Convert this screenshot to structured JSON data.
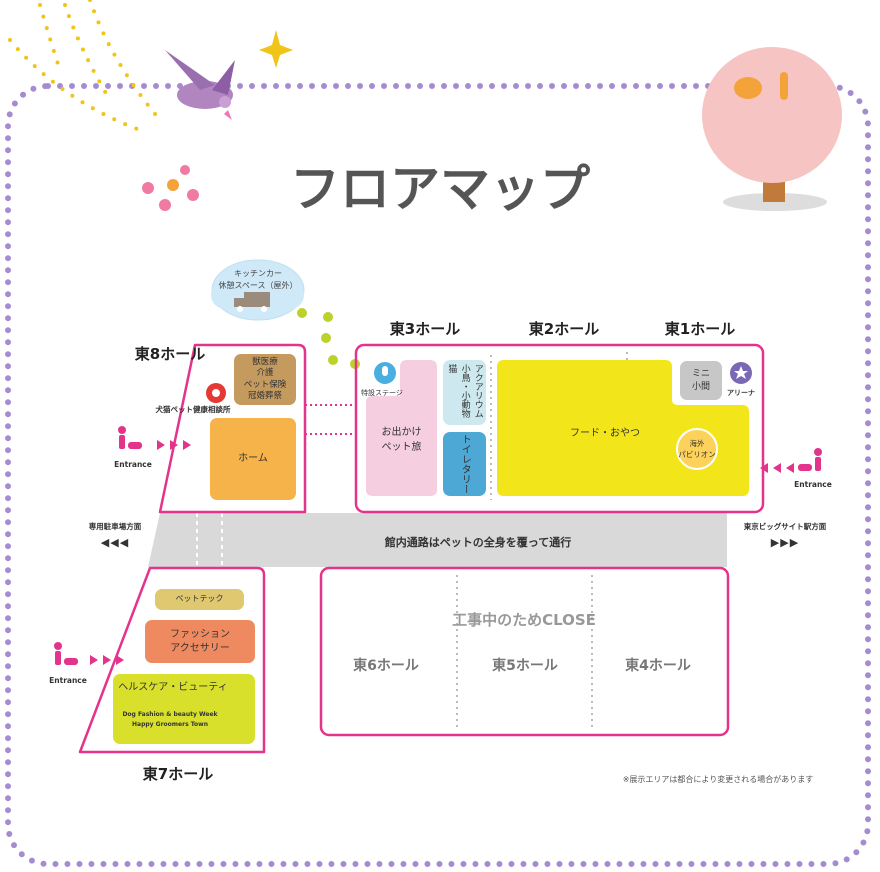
{
  "title": "フロアマップ",
  "colors": {
    "border_dots": "#a68bd0",
    "hall_outline": "#e4338a",
    "corridor": "#d9d9d9"
  },
  "kitchen_car": {
    "line1": "キッチンカー",
    "line2": "休憩スペース（屋外）"
  },
  "halls": {
    "east8": "東8ホール",
    "east3": "東3ホール",
    "east2": "東2ホール",
    "east1": "東1ホール",
    "east7": "東7ホール",
    "east6": "東6ホール",
    "east5": "東5ホール",
    "east4": "東4ホール"
  },
  "east8": {
    "vet_box": [
      "獣医療",
      "介護",
      "ペット保険",
      "冠婚葬祭"
    ],
    "health_consult": "犬猫ペット健康相談所",
    "home": "ホーム"
  },
  "east3": {
    "stage": "特設ステージ",
    "travel": [
      "お出かけ",
      "ペット旅"
    ],
    "aquarium": [
      "アクアリウム",
      "小鳥・小動物",
      "猫"
    ],
    "toiletry": "トイレタリー"
  },
  "east21": {
    "food": "フード・おやつ",
    "mini": [
      "ミニ",
      "小間"
    ],
    "arena": "アリーナ",
    "pavilion": [
      "海外",
      "パビリオン"
    ]
  },
  "east7": {
    "pettech": "ペットテック",
    "fashion": [
      "ファッション",
      "アクセサリー"
    ],
    "health": "ヘルスケア・ビューティ",
    "dog_fashion": [
      "Dog Fashion & beauty Week",
      "Happy Groomers Town"
    ]
  },
  "corridor": "館内通路はペットの全身を覆って通行",
  "closed": "工事中のためCLOSE",
  "entrance": "Entrance",
  "parking": "専用駐車場方面",
  "station": "東京ビッグサイト駅方面",
  "arrows_left": "◀◀◀",
  "arrows_right": "▶▶▶",
  "note": "※展示エリアは都合により変更される場合があります"
}
